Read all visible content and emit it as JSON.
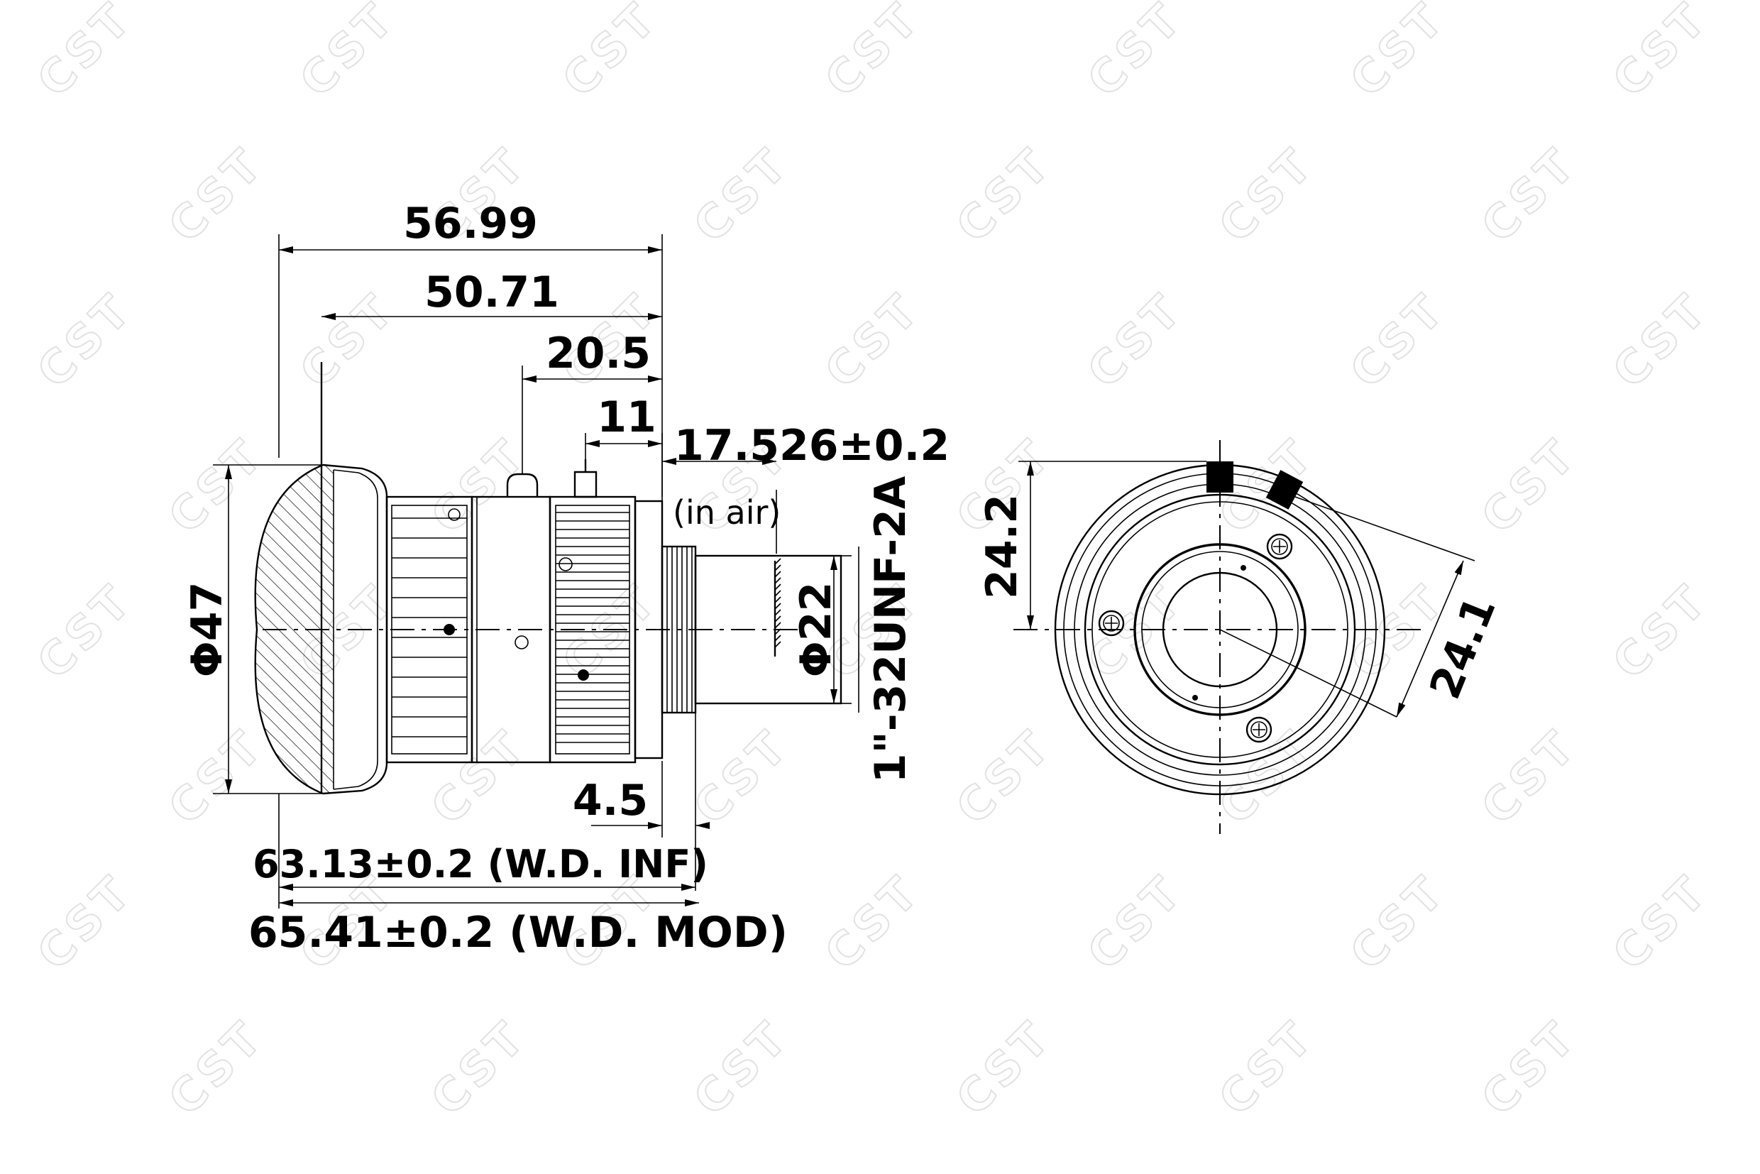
{
  "watermark": {
    "text": "CST"
  },
  "side_view": {
    "dimensions": {
      "overall_length": "56.99",
      "length_50": "50.71",
      "length_20": "20.5",
      "length_11": "11",
      "flange_back": "17.526±0.2",
      "flange_note": "(in air)",
      "front_diameter": "Φ47",
      "mount_diameter": "Φ22",
      "mount_thread": "1\"-32UNF-2A",
      "thread_length": "4.5",
      "wd_inf": "63.13±0.2 (W.D. INF)",
      "wd_mod": "65.41±0.2 (W.D. MOD)"
    }
  },
  "rear_view": {
    "dimensions": {
      "screw_height": "24.2",
      "screw_radius": "24.1"
    }
  }
}
